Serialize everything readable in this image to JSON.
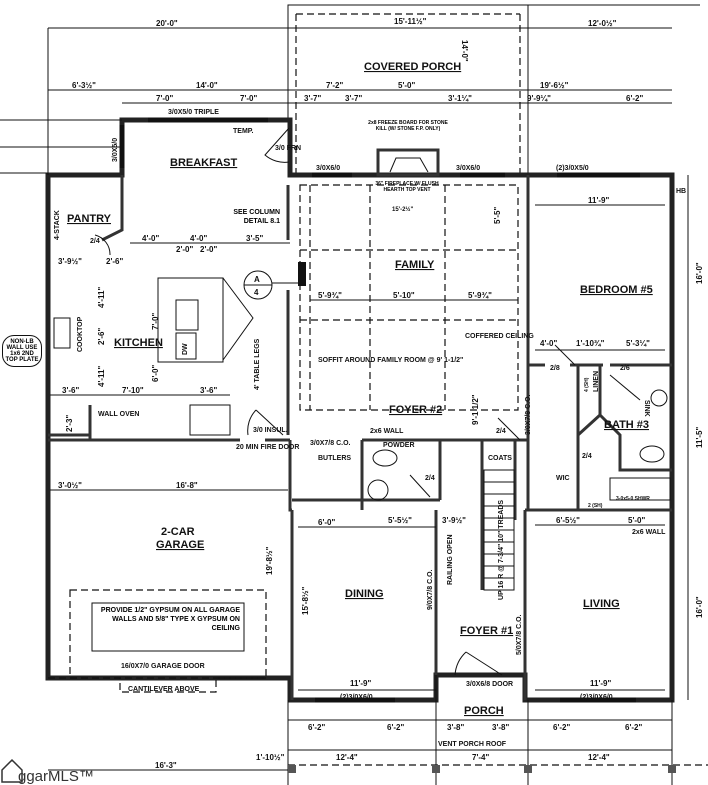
{
  "rooms": {
    "covered_porch": "COVERED PORCH",
    "breakfast": "BREAKFAST",
    "pantry": "PANTRY",
    "family": "FAMILY",
    "bedroom5": "BEDROOM #5",
    "kitchen": "KITCHEN",
    "foyer2": "FOYER #2",
    "bath3": "BATH #3",
    "garage_line1": "2-CAR",
    "garage_line2": "GARAGE",
    "dining": "DINING",
    "foyer1": "FOYER #1",
    "living": "LIVING",
    "porch": "PORCH",
    "powder": "POWDER",
    "butlers": "BUTLERS",
    "coats": "COATS",
    "wic": "WIC",
    "linen": "LINEN"
  },
  "dimensions": {
    "top_left_total": "20'-0\"",
    "porch_width": "15'-11½\"",
    "top_right": "12'-0½\"",
    "left_offset": "6'-3½\"",
    "breakfast_width": "14'-0\"",
    "bf_half_a": "7'-0\"",
    "bf_half_b": "7'-0\"",
    "d_7_2": "7'-2\"",
    "d_3_7a": "3'-7\"",
    "d_3_7b": "3'-7\"",
    "d_5_0": "5'-0\"",
    "d_3_1q": "3'-1¼\"",
    "d_19_6": "19'-6½\"",
    "d_9_9": "9'-9¼\"",
    "d_6_2_top": "6'-2\"",
    "porch_depth": "14'-0\"",
    "fireplace_h": "15'-2½\"",
    "bed_width": "11'-9\"",
    "bed_depth": "16'-0\"",
    "d_5_5": "5'-5\"",
    "d_5_10": "5'-10\"",
    "d_5_9a": "5'-9¾\"",
    "d_5_9b": "5'-9¾\"",
    "d_4_0a": "4'-0\"",
    "d_4_0b": "4'-0\"",
    "d_3_5": "3'-5\"",
    "d_2_0a": "2'-0\"",
    "d_2_0b": "2'-0\"",
    "d_3_9": "3'-9½\"",
    "d_2_6": "2'-6\"",
    "d_4_11a": "4'-11\"",
    "d_4_11b": "4'-11\"",
    "d_2_6b": "2'-6\"",
    "d_7_0": "7'-0\"",
    "d_6_0": "6'-0\"",
    "d_3_6a": "3'-6\"",
    "d_7_10": "7'-10\"",
    "d_3_6b": "3'-6\"",
    "d_2_3": "2'-3\"",
    "d_3_0": "3'-0½\"",
    "d_16_8": "16'-8\"",
    "d_19_8": "19'-8½\"",
    "d_15_8": "15'-8½\"",
    "d_6_0b": "6'-0\"",
    "d_5_5b": "5'-5½\"",
    "d_3_9b": "3'-9½\"",
    "d_6_5": "6'-5½\"",
    "d_5_0b": "5'-0\"",
    "d_living_depth": "16'-0\"",
    "d_bath_h": "11'-5\"",
    "d_11_9_din": "11'-9\"",
    "d_11_9_liv": "11'-9\"",
    "d_6_2_a": "6'-2\"",
    "d_6_2_b": "6'-2\"",
    "d_3_8a": "3'-8\"",
    "d_3_8b": "3'-8\"",
    "d_6_2_c": "6'-2\"",
    "d_6_2_d": "6'-2\"",
    "d_12_4a": "12'-4\"",
    "d_7_4": "7'-4\"",
    "d_12_4b": "12'-4\"",
    "d_16_3": "16'-3\"",
    "d_1_10": "1'-10½\"",
    "d_4_0c": "4'-0\"",
    "d_1_10q": "1'-10¾\"",
    "d_5_3": "5'-3¼\"",
    "d_9_1": "9'-1 1/2\""
  },
  "notes": {
    "triple_window": "3/0X5/0 TRIPLE",
    "temp": "TEMP.",
    "frn_door": "3/0 FRN",
    "side_window": "3/0X5/0",
    "door_3068": "3/0X6/0",
    "window_2_3050": "(2)3/0X5/0",
    "freeze_board": "2x8 FREEZE BOARD FOR STONE KILL (W/ STONE F.P. ONLY)",
    "fireplace": "36\" FIREPLACE W/ FLUSH HEARTH TOP VENT",
    "column_detail": "SEE COLUMN DETAIL 8.1",
    "section_a": "A",
    "section_num": "4",
    "four_stack": "4-STACK",
    "cooktop": "COOKTOP",
    "dw": "DW",
    "table_legs": "4' TABLE LEGS",
    "wall_oven": "WALL OVEN",
    "non_lb_wall": "NON-LB WALL USE 1x6 2ND TOP PLATE",
    "fire_door_size": "3/0 INSUL.",
    "fire_door": "20 MIN FIRE DOOR",
    "butlers_co": "3/0X7/8 C.O.",
    "soffit": "SOFFIT AROUND FAMILY ROOM @ 9' 1-1/2\"",
    "coffered": "COFFERED CEILING",
    "hb": "HB",
    "wall_2x6": "2x6 WALL",
    "coats_door": "2/4",
    "powder_door": "2/4",
    "pantry_door": "2/4",
    "bed_door": "2/8",
    "bath_door": "2/6",
    "wic_door": "2/4",
    "shower": "3-0x5-0 SHWR",
    "sink": "SINK",
    "opening_co": "3/0X7/8 C.O.",
    "dining_co": "9/0X7/8 C.O.",
    "living_co": "5/0X7/8 C.O.",
    "railing": "RAILING OPEN",
    "stairs": "UP 16 R @ 7-3/4\" 10\" TREADS",
    "gypsum": "PROVIDE 1/2\" GYPSUM ON ALL GARAGE WALLS AND 5/8\" TYPE X GYPSUM ON CEILING",
    "garage_door": "16/0X7/0 GARAGE DOOR",
    "cantilever": "CANTILEVER ABOVE",
    "front_door": "3/0X6/8 DOOR",
    "front_windows": "(2)3/0X6/0",
    "front_windows_b": "(2)3/0X6/0",
    "vent_porch": "VENT PORCH ROOF",
    "closet_2bh": "2 (SH)",
    "linen_sh": "4 (SH)"
  },
  "watermark": "ggarMLS™"
}
